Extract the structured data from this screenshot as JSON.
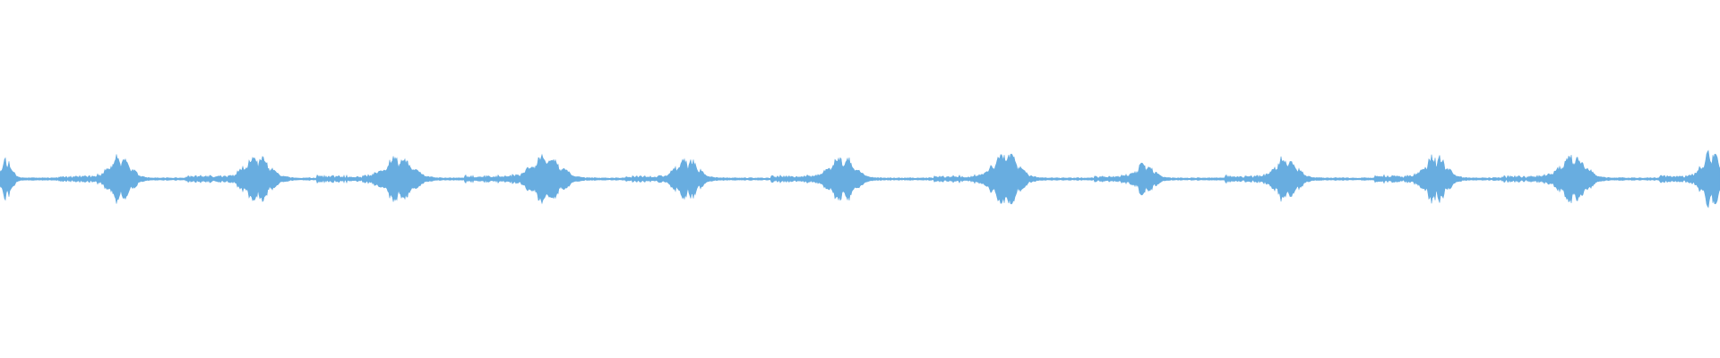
{
  "waveform": {
    "color": "#68ade0",
    "background": "#ffffff",
    "channels": 1,
    "bursts": [
      {
        "t": 0.004,
        "amp": 0.1,
        "width": 0.006
      },
      {
        "t": 0.07,
        "amp": 0.12,
        "width": 0.012
      },
      {
        "t": 0.15,
        "amp": 0.13,
        "width": 0.014
      },
      {
        "t": 0.232,
        "amp": 0.12,
        "width": 0.016
      },
      {
        "t": 0.318,
        "amp": 0.13,
        "width": 0.016
      },
      {
        "t": 0.4,
        "amp": 0.11,
        "width": 0.012
      },
      {
        "t": 0.49,
        "amp": 0.12,
        "width": 0.014
      },
      {
        "t": 0.585,
        "amp": 0.15,
        "width": 0.014
      },
      {
        "t": 0.666,
        "amp": 0.08,
        "width": 0.01
      },
      {
        "t": 0.748,
        "amp": 0.12,
        "width": 0.012
      },
      {
        "t": 0.835,
        "amp": 0.13,
        "width": 0.012
      },
      {
        "t": 0.915,
        "amp": 0.13,
        "width": 0.014
      },
      {
        "t": 0.995,
        "amp": 0.15,
        "width": 0.01
      }
    ]
  }
}
